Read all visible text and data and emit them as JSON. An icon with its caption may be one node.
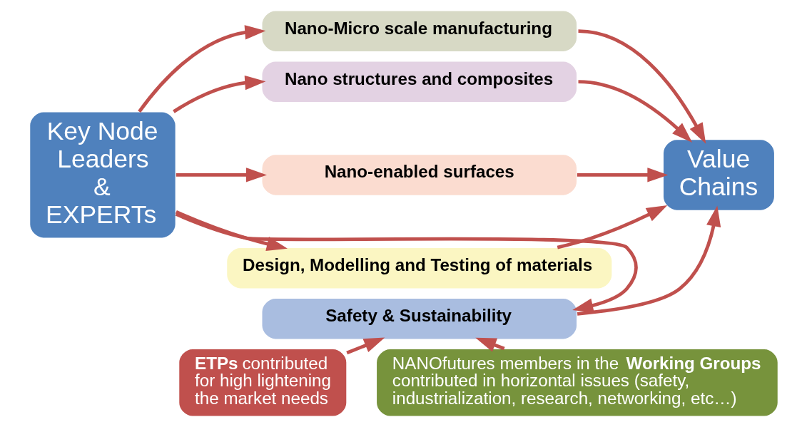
{
  "diagram": {
    "nodes": [
      {
        "text": [
          "Key Node Leaders & EXPERTs"
        ]
      },
      {
        "text": [
          "Nano-Micro scale manufacturing"
        ]
      },
      {
        "text": [
          "Nano structures and composites"
        ]
      },
      {
        "text": [
          "Nano-enabled surfaces"
        ]
      },
      {
        "text": [
          "Design, Modelling and Testing of materials"
        ]
      },
      {
        "text": [
          "Safety & Sustainability"
        ]
      },
      {
        "text": [
          "Value Chains"
        ]
      },
      {
        "text": [
          "**ETPs** contributed for high lightening the market needs"
        ]
      },
      {
        "text": [
          "NANOfutures members in the **Working Groups** contributed in horizontal issues (safety, industrialization, research, networking, etc…)"
        ]
      }
    ],
    "edges": [
      {
        "from": 0,
        "to": 1,
        "arrow": "to"
      },
      {
        "from": 0,
        "to": 2,
        "arrow": "to"
      },
      {
        "from": 0,
        "to": 3,
        "arrow": "to"
      },
      {
        "from": 0,
        "to": 4,
        "arrow": "to"
      },
      {
        "from": 0,
        "to": 5,
        "arrow": "to"
      },
      {
        "from": 1,
        "to": 6,
        "arrow": "to"
      },
      {
        "from": 2,
        "to": 6,
        "arrow": "to"
      },
      {
        "from": 3,
        "to": 6,
        "arrow": "to"
      },
      {
        "from": 4,
        "to": 6,
        "arrow": "to"
      },
      {
        "from": 5,
        "to": 6,
        "arrow": "to"
      },
      {
        "from": 7,
        "to": 5,
        "arrow": "to"
      },
      {
        "from": 8,
        "to": 5,
        "arrow": "to"
      }
    ]
  }
}
